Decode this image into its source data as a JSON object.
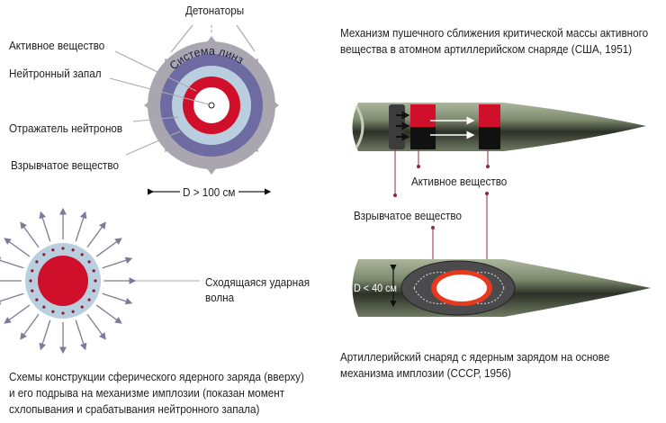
{
  "implosion_sphere": {
    "detonators_label": "Детонаторы",
    "lens_system_label": "Система линз",
    "active_material_label": "Активное вещество",
    "neutron_initiator_label": "Нейтронный запал",
    "neutron_reflector_label": "Отражатель нейтронов",
    "explosive_label": "Взрывчатое вещество",
    "diameter_label": "D > 100 см"
  },
  "shock_wave": {
    "label_line1": "Сходящаяся ударная",
    "label_line2": "волна"
  },
  "left_caption": {
    "line1": "Схемы конструкции сферического ядерного заряда (вверху)",
    "line2": "и его подрыва на механизме имплозии (показан момент",
    "line3": "схлопывания и срабатывания нейтронного запала)"
  },
  "gun_type_shell": {
    "title_line1": "Механизм пушечного сближения критической массы активного",
    "title_line2": "вещества в атомном артиллерийском снаряде (США, 1951)",
    "active_material_label": "Активное вещество",
    "explosive_label": "Взрывчатое вещество"
  },
  "implosion_shell": {
    "diameter_label": "D < 40 см",
    "caption_line1": "Артиллерийский снаряд с ядерным зарядом на основе",
    "caption_line2": "механизма имплозии (СССР, 1956)"
  },
  "colors": {
    "outer_gray": "#a9a6b0",
    "lens_purple": "#6e6ba3",
    "reflector_blue": "#b9cfe0",
    "active_red": "#d0102a",
    "shell_green": "#8e9a80",
    "leader_line": "#8b2b3a"
  }
}
